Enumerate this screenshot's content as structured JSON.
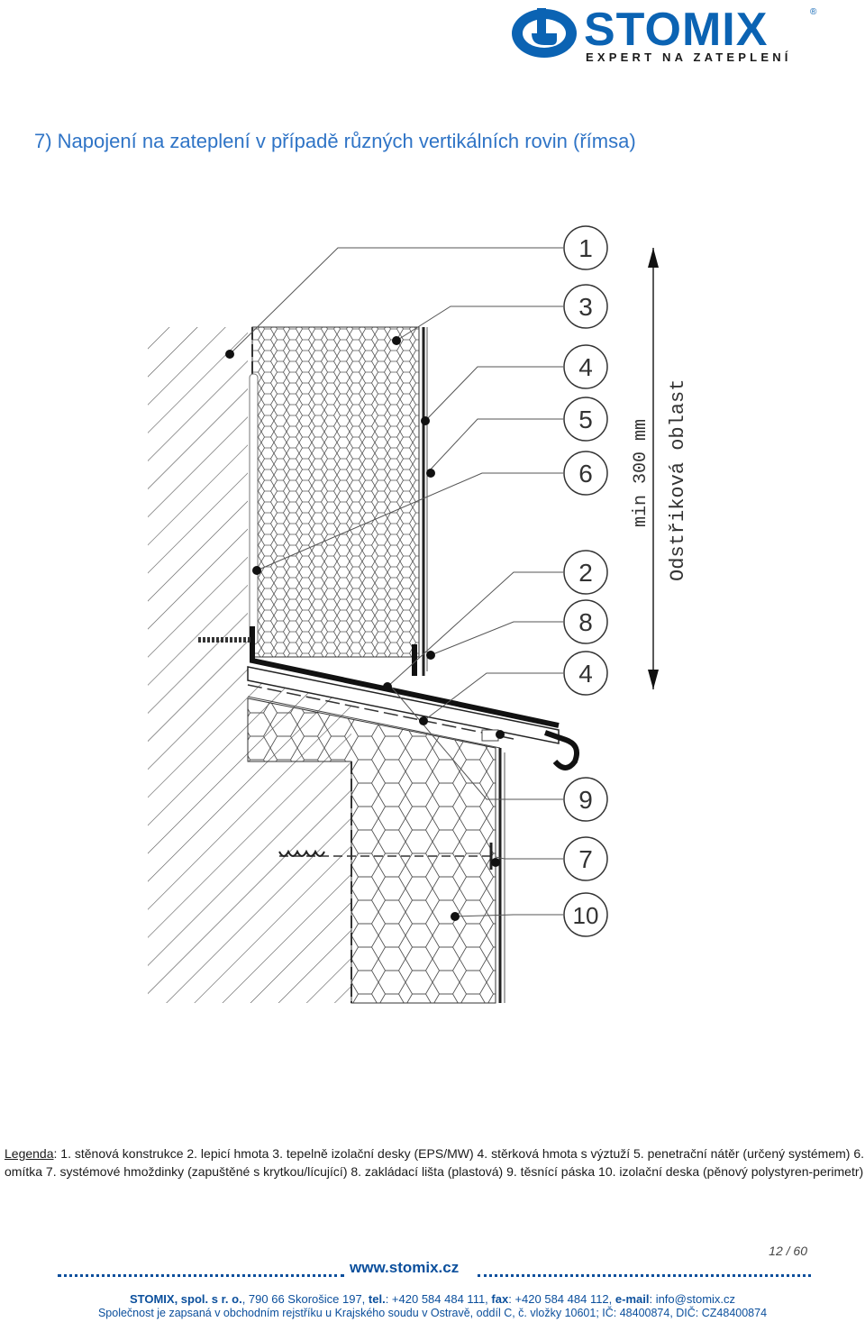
{
  "header": {
    "logo_word": "STOMIX",
    "logo_reg": "®",
    "logo_tagline": "EXPERT NA ZATEPLENÍ",
    "brand_color": "#0b63b3"
  },
  "title": "7) Napojení na zateplení v případě různých vertikálních rovin (římsa)",
  "drawing": {
    "callouts": [
      "1",
      "3",
      "4",
      "5",
      "6",
      "2",
      "8",
      "4",
      "9",
      "7",
      "10"
    ],
    "dimension_label": "min 300 mm",
    "zone_label": "Odstřiková oblast"
  },
  "legend": {
    "lead": "Legenda",
    "text": ": 1. stěnová konstrukce 2. lepicí hmota 3. tepelně izolační desky (EPS/MW) 4. stěrková hmota s výztuží 5. penetrační nátěr (určený systémem) 6. omítka 7. systémové hmoždinky (zapuštěné s krytkou/lícující) 8. zakládací lišta (plastová) 9. těsnící páska 10. izolační deska (pěnový polystyren-perimetr)"
  },
  "page_number": "12 / 60",
  "website": "www.stomix.cz",
  "footer": {
    "company": "STOMIX, spol. s r. o.",
    "address": ", 790 66  Skorošice 197, ",
    "tel_label": "tel.",
    "tel": ": +420 584 484 111, ",
    "fax_label": "fax",
    "fax": ": +420 584 484 112, ",
    "email_label": "e-mail",
    "email": ": info@stomix.cz",
    "registration": "Společnost je zapsaná v obchodním rejstříku u Krajského soudu v Ostravě, oddíl C, č. vložky 10601; IČ: 48400874, DIČ: CZ48400874"
  }
}
